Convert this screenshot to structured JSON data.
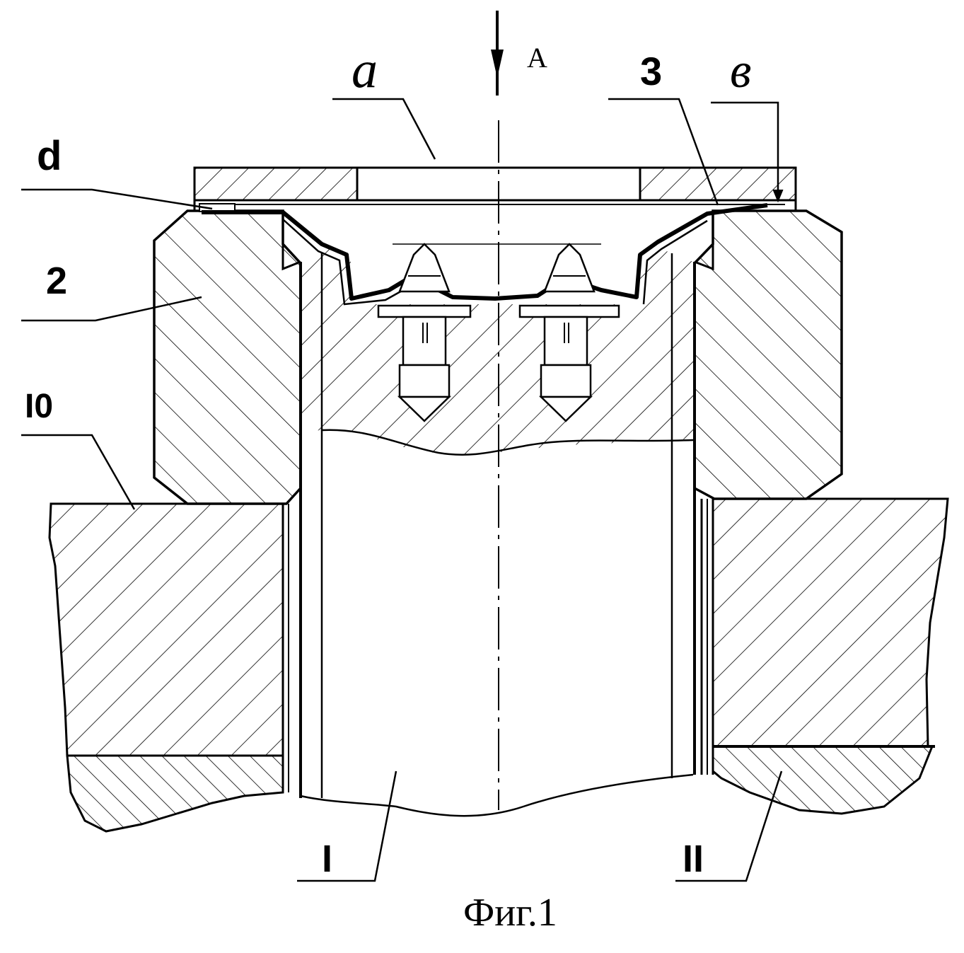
{
  "figure": {
    "caption": "Фиг.1",
    "view_label": "A",
    "labels": {
      "a": "a",
      "b": "в",
      "d": "d",
      "part_2": "2",
      "part_3": "3",
      "part_10": "I0",
      "part_1": "I",
      "part_11": "II"
    },
    "colors": {
      "ink": "#000000",
      "paper": "#ffffff"
    }
  }
}
